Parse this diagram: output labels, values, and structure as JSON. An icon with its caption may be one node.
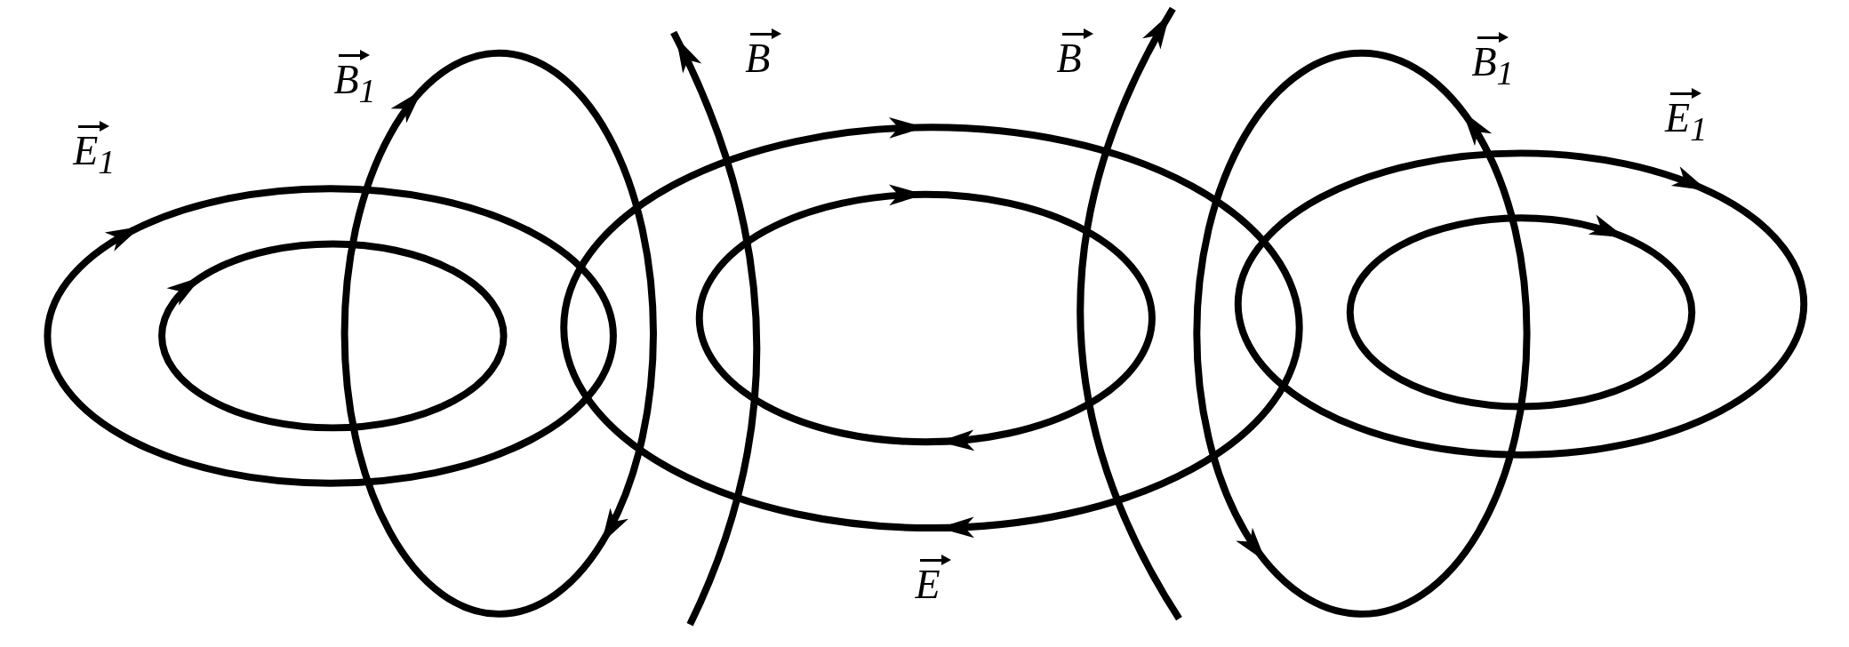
{
  "diagram": {
    "labels": [
      "E$_{1}$",
      "B$_{1}$",
      "B",
      "E",
      "B",
      "B$_{1}$",
      "E$_{1}$"
    ]
  }
}
